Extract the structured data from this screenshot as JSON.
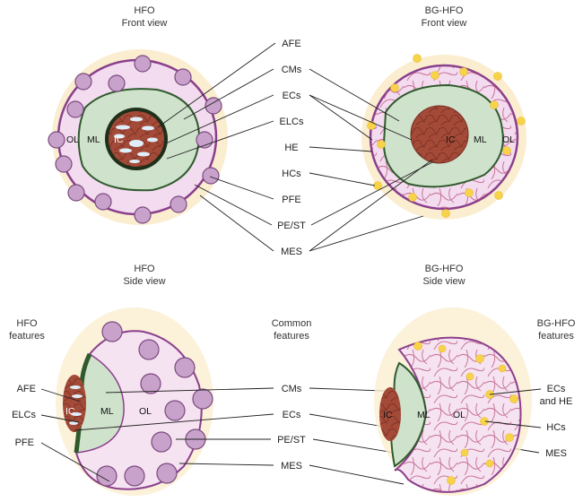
{
  "titles": {
    "hfo_front": [
      "HFO",
      "Front view"
    ],
    "bghfo_front": [
      "BG-HFO",
      "Front view"
    ],
    "hfo_side": [
      "HFO",
      "Side view"
    ],
    "bghfo_side": [
      "BG-HFO",
      "Side view"
    ],
    "hfo_features": [
      "HFO",
      "features"
    ],
    "common_features": [
      "Common",
      "features"
    ],
    "bghfo_features": [
      "BG-HFO",
      "features"
    ]
  },
  "region_labels": {
    "ic": "IC",
    "ml": "ML",
    "ol": "OL"
  },
  "front_labels": [
    "AFE",
    "CMs",
    "ECs",
    "ELCs",
    "HE",
    "HCs",
    "PFE",
    "PE/ST",
    "MES"
  ],
  "hfo_side_labels": [
    "AFE",
    "ELCs",
    "PFE"
  ],
  "common_side_labels": [
    "CMs",
    "ECs",
    "PE/ST",
    "MES"
  ],
  "bghfo_side_labels": [
    [
      "ECs",
      "and HE"
    ],
    [
      "HCs"
    ],
    [
      "MES"
    ]
  ],
  "colors": {
    "outer_halo": "#fbeed0",
    "outer_layer": "#f3dcf0",
    "outer_border": "#8a3f8c",
    "mid_layer": "#cfe2cc",
    "mid_border": "#2f5a2c",
    "inner_core": "#a34a38",
    "core_border": "#1f2f1a",
    "cell_fill": "#c9a2cc",
    "cell_border": "#7a4a7e",
    "hemo_cell": "#f7d34a",
    "vessel": "#b8507a"
  }
}
